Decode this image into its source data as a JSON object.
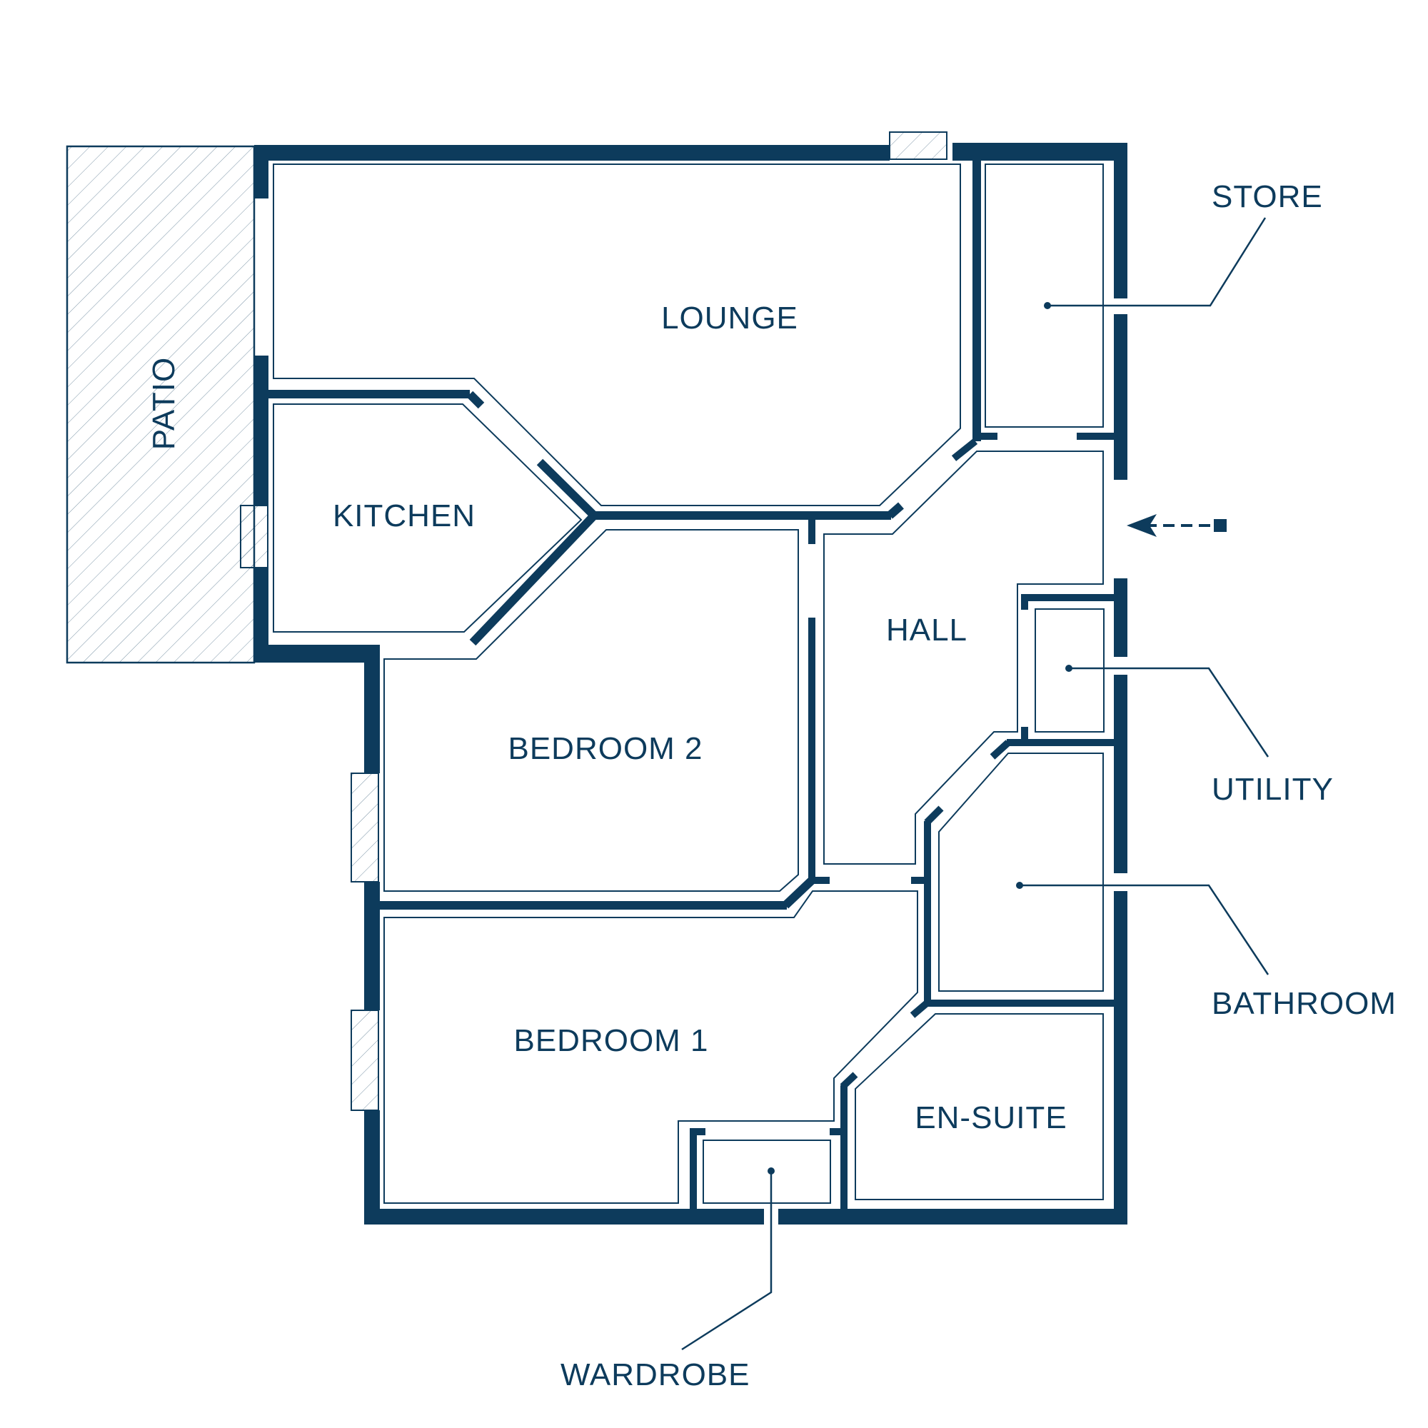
{
  "colors": {
    "wall": "#0d3b5c",
    "line": "#0d3b5c",
    "text": "#0d3b5c",
    "background": "#ffffff"
  },
  "rooms": {
    "lounge": "LOUNGE",
    "kitchen": "KITCHEN",
    "hall": "HALL",
    "bedroom2": "BEDROOM 2",
    "bedroom1": "BEDROOM 1",
    "ensuite": "EN-SUITE",
    "patio": "PATIO"
  },
  "callouts": {
    "store": "STORE",
    "utility": "UTILITY",
    "bathroom": "BATHROOM",
    "wardrobe": "WARDROBE"
  },
  "icons": {
    "entrance": "entrance-arrow-icon"
  }
}
